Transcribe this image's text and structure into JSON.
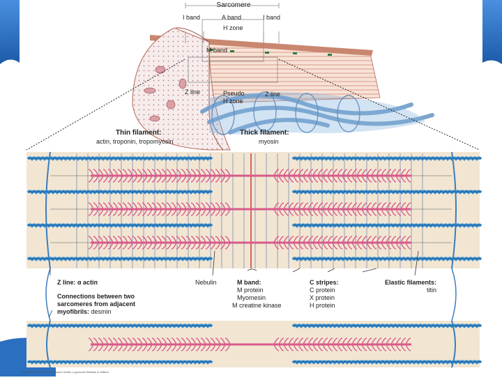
{
  "top_labels": {
    "sarcomere": "Sarcomere",
    "i_band_left": "I band",
    "a_band": "A band",
    "i_band_right": "I band",
    "h_zone": "H zone",
    "m_band": "M band",
    "z_line_left": "Z line",
    "pseudo_h_zone_1": "Pseudo",
    "pseudo_h_zone_2": "H zone",
    "z_line_right": "Z line"
  },
  "filament_labels": {
    "thin_title": "Thin filament:",
    "thin_desc": "actin, troponin, tropomyosin",
    "thick_title": "Thick filament:",
    "thick_desc": "myosin"
  },
  "bottom_labels": {
    "z_line": "Z line: α actin",
    "connections_1": "Connections between two",
    "connections_2": "sarcomeres from adjacent",
    "connections_3": "myofibrils:",
    "connections_desmin": "desmin",
    "nebulin": "Nebulin",
    "m_band_title": "M band:",
    "m_band_items": [
      "M protein",
      "Myomesin",
      "M creatine kinase"
    ],
    "c_stripes_title": "C stripes:",
    "c_stripes_items": [
      "C protein",
      "X protein",
      "H protein"
    ],
    "elastic_title": "Elastic filaments:",
    "elastic_desc": "titin"
  },
  "colors": {
    "slide_accent": "#2a6fc0",
    "panel_bg": "#f2e6d2",
    "thin_filament": "#3a8fd0",
    "thick_filament": "#d85a8a",
    "myofibril_tube": "#5b96c8",
    "sarcomere_stripe": "#e8b8a8"
  },
  "copyright": "Copyright © 2008 Wolters Kluwer Health | Lippincott Williams & Wilkins"
}
